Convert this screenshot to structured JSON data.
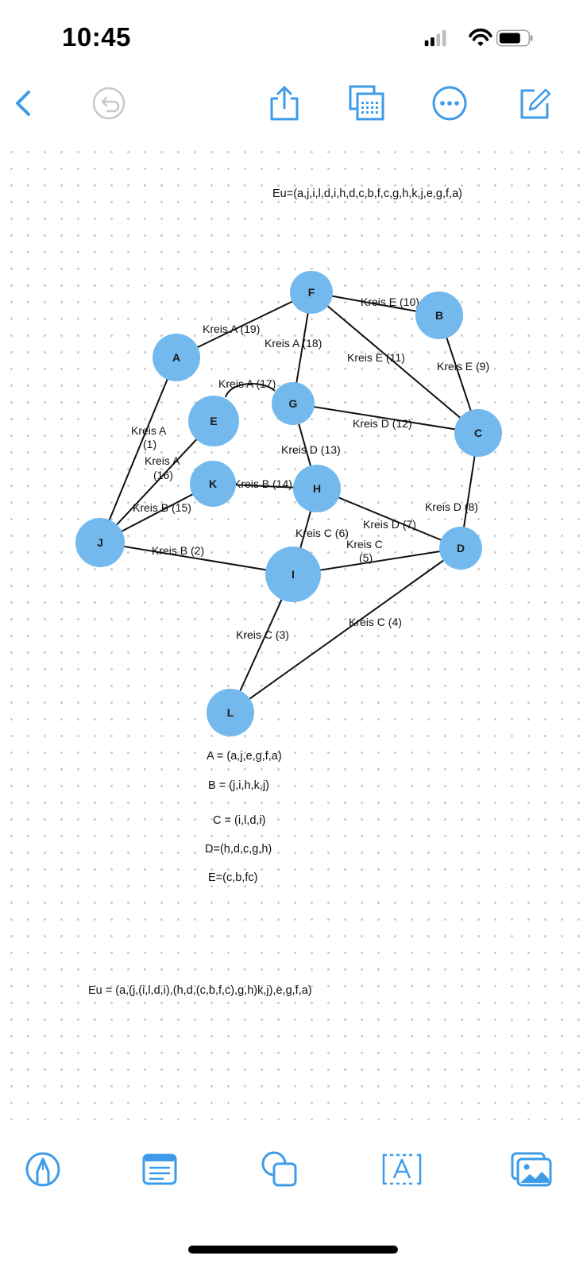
{
  "status_bar": {
    "time": "10:45"
  },
  "toolbar": {
    "icons": [
      "back-icon",
      "undo-icon",
      "share-icon",
      "table-icon",
      "more-icon",
      "compose-icon"
    ]
  },
  "notes": {
    "euler_top": "Eu=(a,j,i,l,d,i,h,d,c,b,f,c,g,h,k,j,e,g,f,a)",
    "circle_a": "A = (a,j,e,g,f,a)",
    "circle_b": "B = (j,i,h,k,j)",
    "circle_c": "C = (i,l,d,i)",
    "circle_d": "D=(h,d,c,g,h)",
    "circle_e": "E=(c,b,fc)",
    "euler_bottom": "Eu = (a,(j,(i,l,d,i),(h,d,(c,b,f,c),g,h)k,j),e,g,f,a)"
  },
  "graph": {
    "nodes": [
      {
        "id": "F",
        "label": "F"
      },
      {
        "id": "B",
        "label": "B"
      },
      {
        "id": "A",
        "label": "A"
      },
      {
        "id": "G",
        "label": "G"
      },
      {
        "id": "E",
        "label": "E"
      },
      {
        "id": "C",
        "label": "C"
      },
      {
        "id": "K",
        "label": "K"
      },
      {
        "id": "H",
        "label": "H"
      },
      {
        "id": "J",
        "label": "J"
      },
      {
        "id": "D",
        "label": "D"
      },
      {
        "id": "I",
        "label": "I"
      },
      {
        "id": "L",
        "label": "L"
      }
    ],
    "edges": [
      {
        "from": "A",
        "to": "F",
        "label": "Kreis A (19)"
      },
      {
        "from": "F",
        "to": "G",
        "label": "Kreis A (18)"
      },
      {
        "from": "E",
        "to": "G",
        "label": "Kreis A (17)"
      },
      {
        "from": "J",
        "to": "E",
        "label": "Kreis A (16)"
      },
      {
        "from": "A",
        "to": "J",
        "label": "Kreis A (1)"
      },
      {
        "from": "F",
        "to": "B",
        "label": "Kreis E (10)"
      },
      {
        "from": "F",
        "to": "C",
        "label": "Kreis E (11)"
      },
      {
        "from": "B",
        "to": "C",
        "label": "Kreis E (9)"
      },
      {
        "from": "G",
        "to": "C",
        "label": "Kreis D (12)"
      },
      {
        "from": "G",
        "to": "H",
        "label": "Kreis D (13)"
      },
      {
        "from": "C",
        "to": "D",
        "label": "Kreis D (8)"
      },
      {
        "from": "H",
        "to": "D",
        "label": "Kreis D (7)"
      },
      {
        "from": "K",
        "to": "H",
        "label": "Kreis B (14)"
      },
      {
        "from": "J",
        "to": "K",
        "label": "Kreis B (15)"
      },
      {
        "from": "J",
        "to": "I",
        "label": "Kreis B (2)"
      },
      {
        "from": "H",
        "to": "I",
        "label": "Kreis C (6)"
      },
      {
        "from": "I",
        "to": "D",
        "label": "Kreis C (5)"
      },
      {
        "from": "D",
        "to": "L",
        "label": "Kreis C (4)"
      },
      {
        "from": "I",
        "to": "L",
        "label": "Kreis C (3)"
      }
    ]
  },
  "bottom_toolbar": {
    "icons": [
      "pen-icon",
      "checklist-icon",
      "shapes-icon",
      "textbox-icon",
      "photo-icon"
    ]
  },
  "colors": {
    "accent": "#3d9be9",
    "node_fill": "#74b9ee",
    "edge": "#111111",
    "disabled": "#c8c8c8"
  }
}
